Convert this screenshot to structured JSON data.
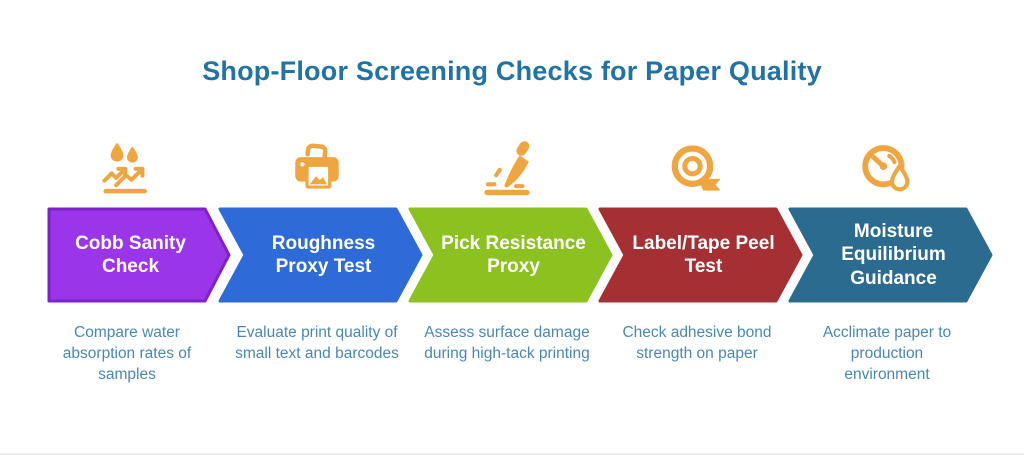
{
  "title": "Shop-Floor Screening Checks for Paper Quality",
  "colors": {
    "title": "#2172a5",
    "description": "#4a87b5",
    "icon": "#efa640",
    "step_label": "#ffffff",
    "background": "#ffffff"
  },
  "steps": [
    {
      "label": "Cobb Sanity Check",
      "description": "Compare water absorption rates of samples",
      "color": "#9b35e9",
      "border_color": "#7d21c9",
      "icon": "water-absorption-icon"
    },
    {
      "label": "Roughness Proxy Test",
      "description": "Evaluate print quality of small text and barcodes",
      "color": "#2e6bd8",
      "icon": "printer-icon"
    },
    {
      "label": "Pick Resistance Proxy",
      "description": "Assess surface damage during high-tack printing",
      "color": "#8cc220",
      "icon": "paint-pick-icon"
    },
    {
      "label": "Label/Tape Peel Test",
      "description": "Check adhesive bond strength on paper",
      "color": "#a53034",
      "icon": "tape-roll-icon"
    },
    {
      "label": "Moisture Equilibrium Guidance",
      "description": "Acclimate paper to production environment",
      "color": "#2b6b90",
      "icon": "moisture-gauge-icon"
    }
  ]
}
